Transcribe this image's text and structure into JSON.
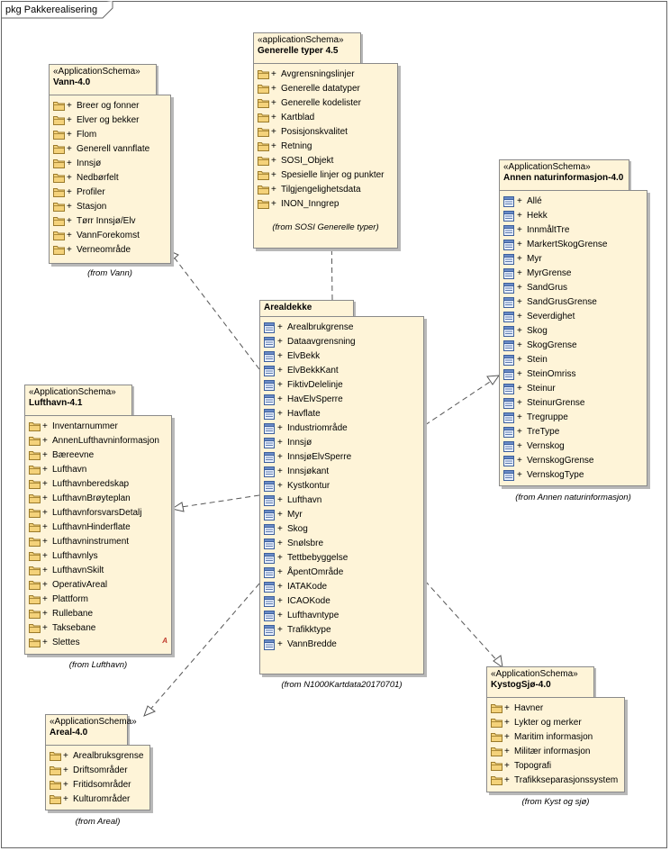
{
  "diagram": {
    "title": "pkg Pakkerealisering"
  },
  "packages": {
    "vann": {
      "stereotype": "«ApplicationSchema»",
      "name": "Vann-4.0",
      "from": "(from Vann)",
      "items": [
        "Breer og fonner",
        "Elver og bekker",
        "Flom",
        "Generell vannflate",
        "Innsjø",
        "Nedbørfelt",
        "Profiler",
        "Stasjon",
        "Tørr Innsjø/Elv",
        "VannForekomst",
        "Verneområde"
      ]
    },
    "generelle": {
      "stereotype": "«applicationSchema»",
      "name": "Generelle typer 4.5",
      "from": "(from SOSI Generelle typer)",
      "items": [
        "Avgrensningslinjer",
        "Generelle datatyper",
        "Generelle kodelister",
        "Kartblad",
        "Posisjonskvalitet",
        "Retning",
        "SOSI_Objekt",
        "Spesielle linjer og punkter",
        "Tilgjengelighetsdata",
        "INON_Inngrep"
      ]
    },
    "annen": {
      "stereotype": "«ApplicationSchema»",
      "name": "Annen naturinformasjon-4.0",
      "from": "(from Annen naturinformasjon)",
      "items": [
        "Allé",
        "Hekk",
        "InnmåltTre",
        "MarkertSkogGrense",
        "Myr",
        "MyrGrense",
        "SandGrus",
        "SandGrusGrense",
        "Severdighet",
        "Skog",
        "SkogGrense",
        "Stein",
        "SteinOmriss",
        "Steinur",
        "SteinurGrense",
        "Tregruppe",
        "TreType",
        "Vernskog",
        "VernskogGrense",
        "VernskogType"
      ]
    },
    "arealdekke": {
      "stereotype": "",
      "name": "Arealdekke",
      "from": "(from N1000Kartdata20170701)",
      "items": [
        "Arealbrukgrense",
        "Dataavgrensning",
        "ElvBekk",
        "ElvBekkKant",
        "FiktivDelelinje",
        "HavElvSperre",
        "Havflate",
        "Industriområde",
        "Innsjø",
        "InnsjøElvSperre",
        "Innsjøkant",
        "Kystkontur",
        "Lufthavn",
        "Myr",
        "Skog",
        "Snølsbre",
        "Tettbebyggelse",
        "ÅpentOmråde",
        "IATAKode",
        "ICAOKode",
        "Lufthavntype",
        "Trafikktype",
        "VannBredde"
      ]
    },
    "lufthavn": {
      "stereotype": "«ApplicationSchema»",
      "name": "Lufthavn-4.1",
      "from": "(from Lufthavn)",
      "abstract_mark": "A",
      "items": [
        "Inventarnummer",
        "AnnenLufthavninformasjon",
        "Bæreevne",
        "Lufthavn",
        "Lufthavnberedskap",
        "LufthavnBrøyteplan",
        "LufthavnforsvarsDetalj",
        "LufthavnHinderflate",
        "Lufthavninstrument",
        "Lufthavnlys",
        "LufthavnSkilt",
        "OperativAreal",
        "Plattform",
        "Rullebane",
        "Taksebane",
        "Slettes"
      ]
    },
    "areal": {
      "stereotype": "«ApplicationSchema»",
      "name": "Areal-4.0",
      "from": "(from Areal)",
      "items": [
        "Arealbruksgrense",
        "Driftsområder",
        "Fritidsområder",
        "Kulturområder"
      ]
    },
    "kyst": {
      "stereotype": "«ApplicationSchema»",
      "name": "KystogSjø-4.0",
      "from": "(from Kyst og sjø)",
      "items": [
        "Havner",
        "Lykter og merker",
        "Maritim informasjon",
        "Militær informasjon",
        "Topografi",
        "Trafikkseparasjonssystem"
      ]
    }
  },
  "visibility_marker": "+",
  "icons": {
    "package": "folder-icon",
    "class": "class-icon"
  },
  "colors": {
    "package_fill": "#fef4d8",
    "border": "#8a8a8a",
    "shadow": "#b8b8b8",
    "connector": "#555555"
  }
}
